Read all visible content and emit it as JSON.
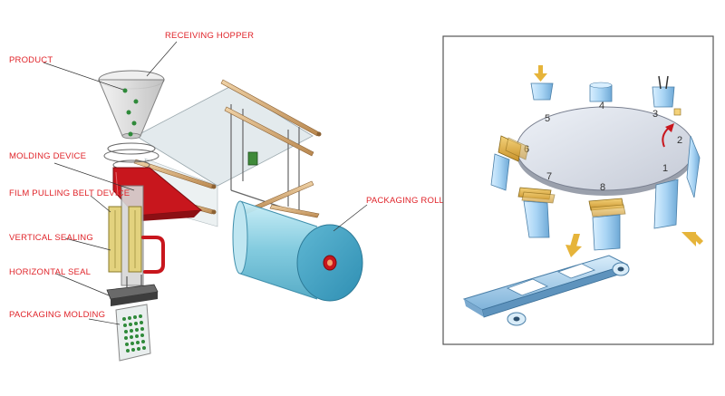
{
  "left_diagram": {
    "labels": {
      "receiving_hopper": "RECEIVING HOPPER",
      "product": "PRODUCT",
      "molding_device": "MOLDING DEVICE",
      "film_pulling_belt_device": "FILM PULLING BELT DEVICE",
      "vertical_sealing": "VERTICAL SEALING",
      "horizontal_seal": "HORIZONTAL SEAL",
      "packaging_molding": "PACKAGING MOLDING",
      "packaging_roll": "PACKAGING ROLL"
    }
  },
  "right_diagram": {
    "station_numbers": [
      "1",
      "2",
      "3",
      "4",
      "5",
      "6",
      "7",
      "8"
    ]
  },
  "colors": {
    "label_red": "#e0242a",
    "accent_red": "#c8161d",
    "film_cyan": "#8fd3e6",
    "gold": "#e6b43a",
    "belt_blue": "#a9d3ee",
    "panel_border": "#555555"
  }
}
